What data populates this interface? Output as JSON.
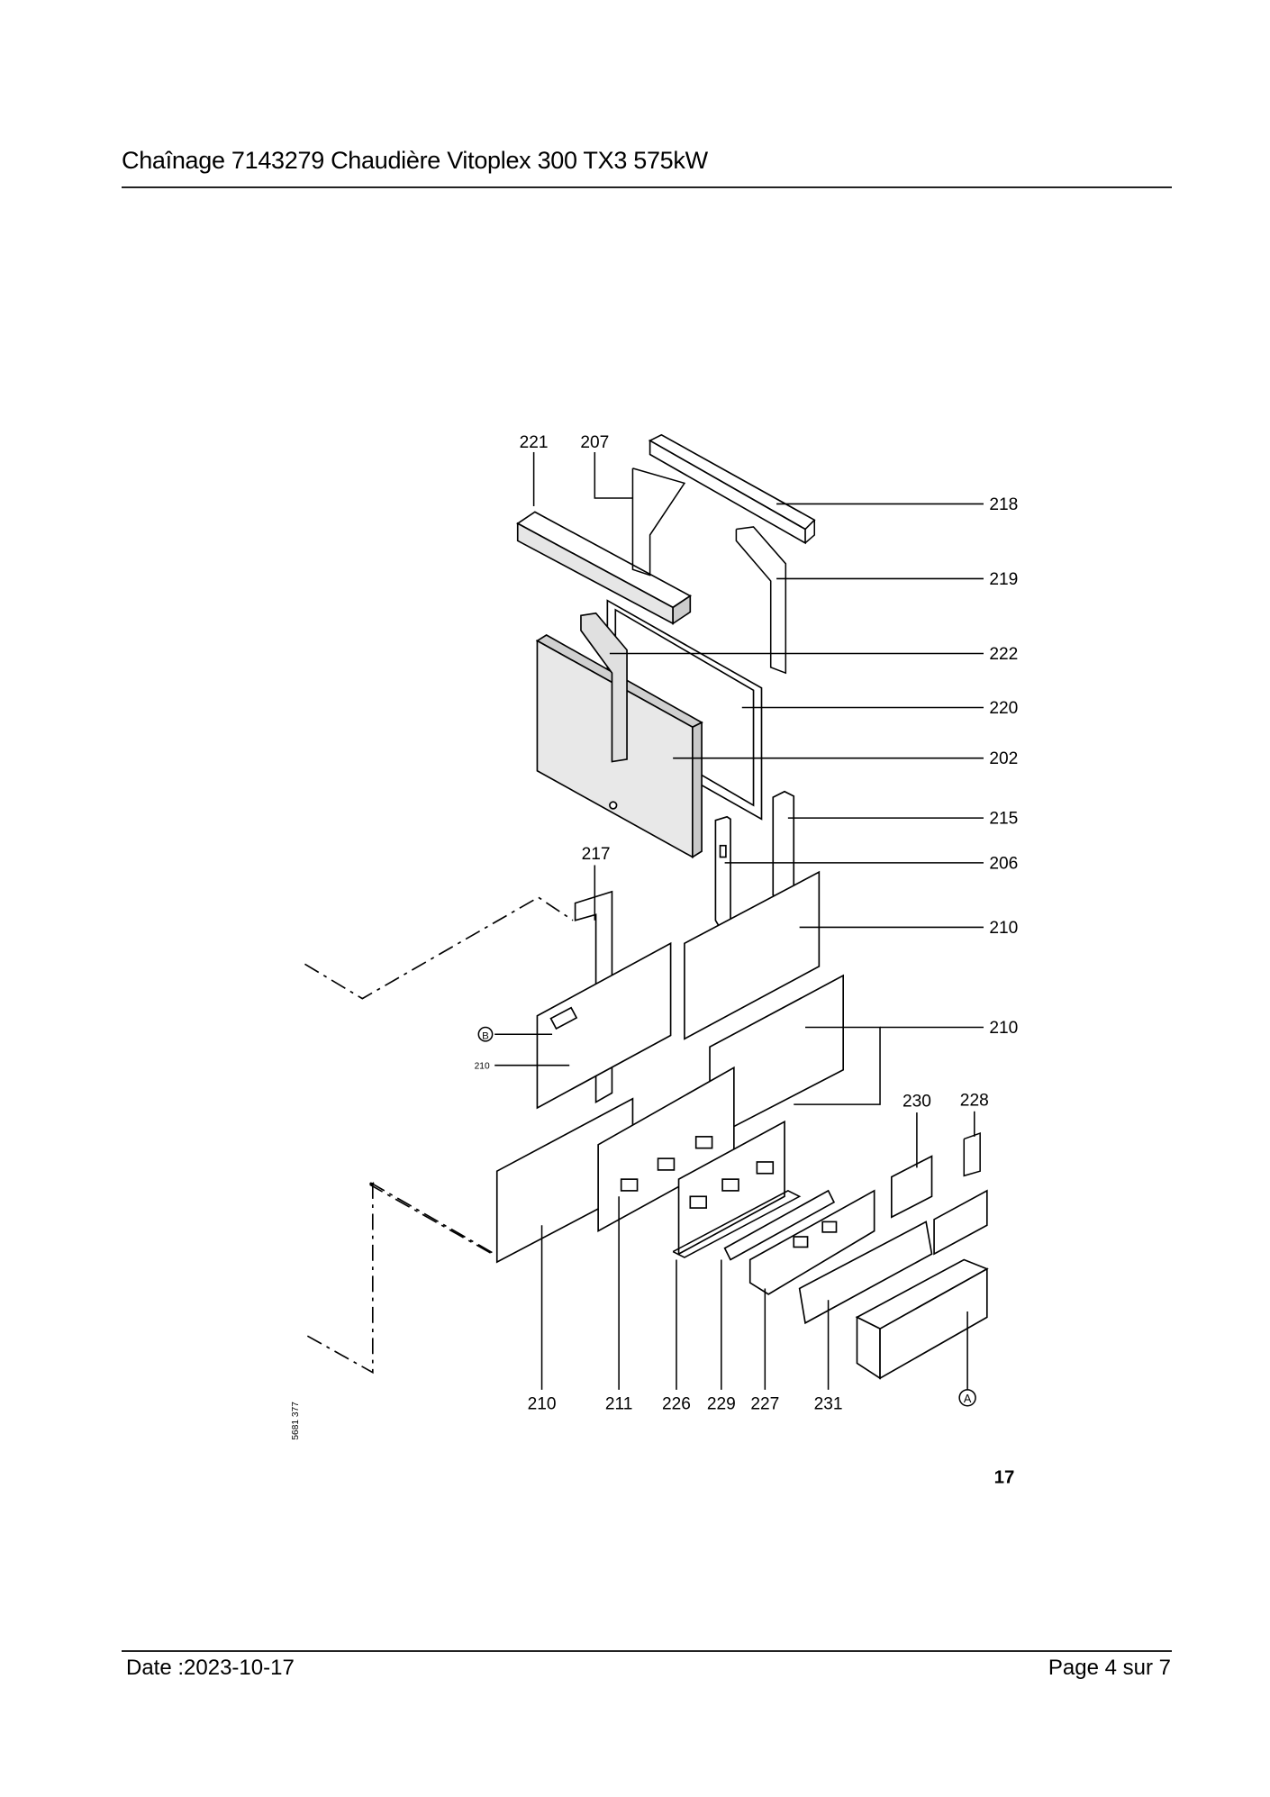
{
  "header": {
    "title": "Chaînage 7143279 Chaudière Vitoplex 300 TX3 575kW"
  },
  "diagram": {
    "callouts_top": {
      "c221": "221",
      "c207": "207",
      "c217": "217"
    },
    "callouts_right": {
      "c218": "218",
      "c219": "219",
      "c222": "222",
      "c220": "220",
      "c202": "202",
      "c215": "215",
      "c206": "206",
      "c210a": "210",
      "c210b": "210",
      "c230": "230",
      "c228": "228"
    },
    "callouts_left": {
      "cB": "B",
      "c210c": "210"
    },
    "callouts_bottom": {
      "c210": "210",
      "c211": "211",
      "c226": "226",
      "c229": "229",
      "c227": "227",
      "c231": "231",
      "cA": "A"
    },
    "drawing_number": "5681 377",
    "page_section": "17"
  },
  "footer": {
    "date": "Date :2023-10-17",
    "page": "Page 4 sur  7"
  }
}
